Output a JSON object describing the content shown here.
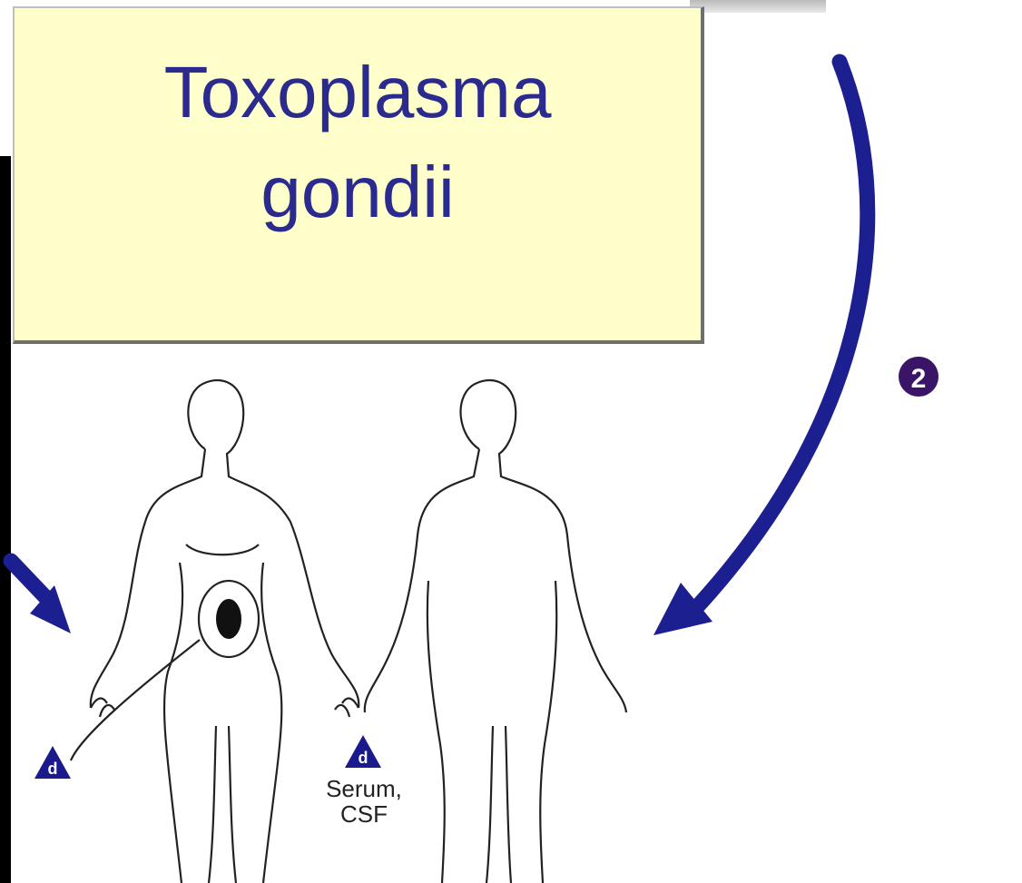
{
  "title": {
    "line1": "Toxoplasma",
    "line2": "gondii"
  },
  "step_marker": {
    "label": "2",
    "color": "#3a1467"
  },
  "diagnostic_markers": [
    {
      "label": "d"
    },
    {
      "label": "d"
    }
  ],
  "specimen_label": {
    "line1": "Serum,",
    "line2": "CSF"
  },
  "colors": {
    "arrow": "#1c1f8f",
    "title_text": "#2b2b8f",
    "title_bg": "#ffffcc",
    "marker": "#1a1a8c"
  }
}
